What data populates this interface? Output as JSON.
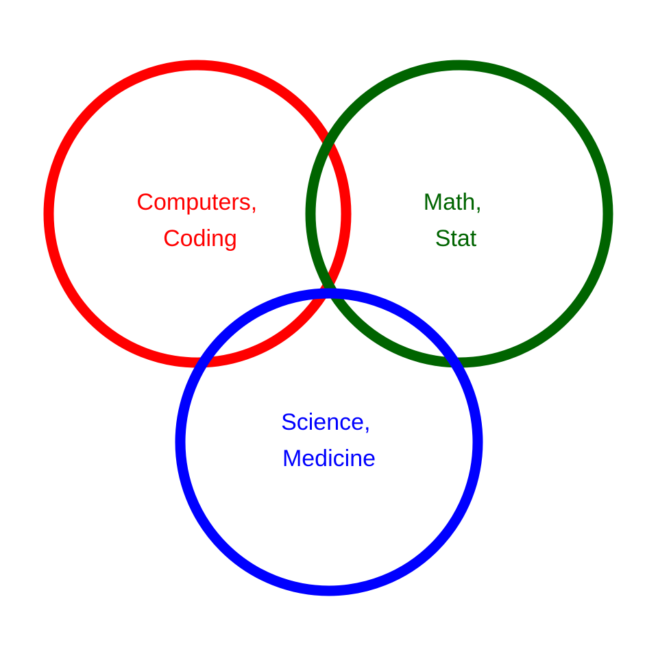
{
  "diagram": {
    "type": "venn",
    "sets": [
      {
        "id": "computers",
        "lines": [
          "Computers,",
          "Coding"
        ],
        "color": "#ff0000"
      },
      {
        "id": "math",
        "lines": [
          "Math,",
          "Stat"
        ],
        "color": "#006400"
      },
      {
        "id": "science",
        "lines": [
          "Science,",
          "Medicine"
        ],
        "color": "#0000ff"
      }
    ]
  }
}
